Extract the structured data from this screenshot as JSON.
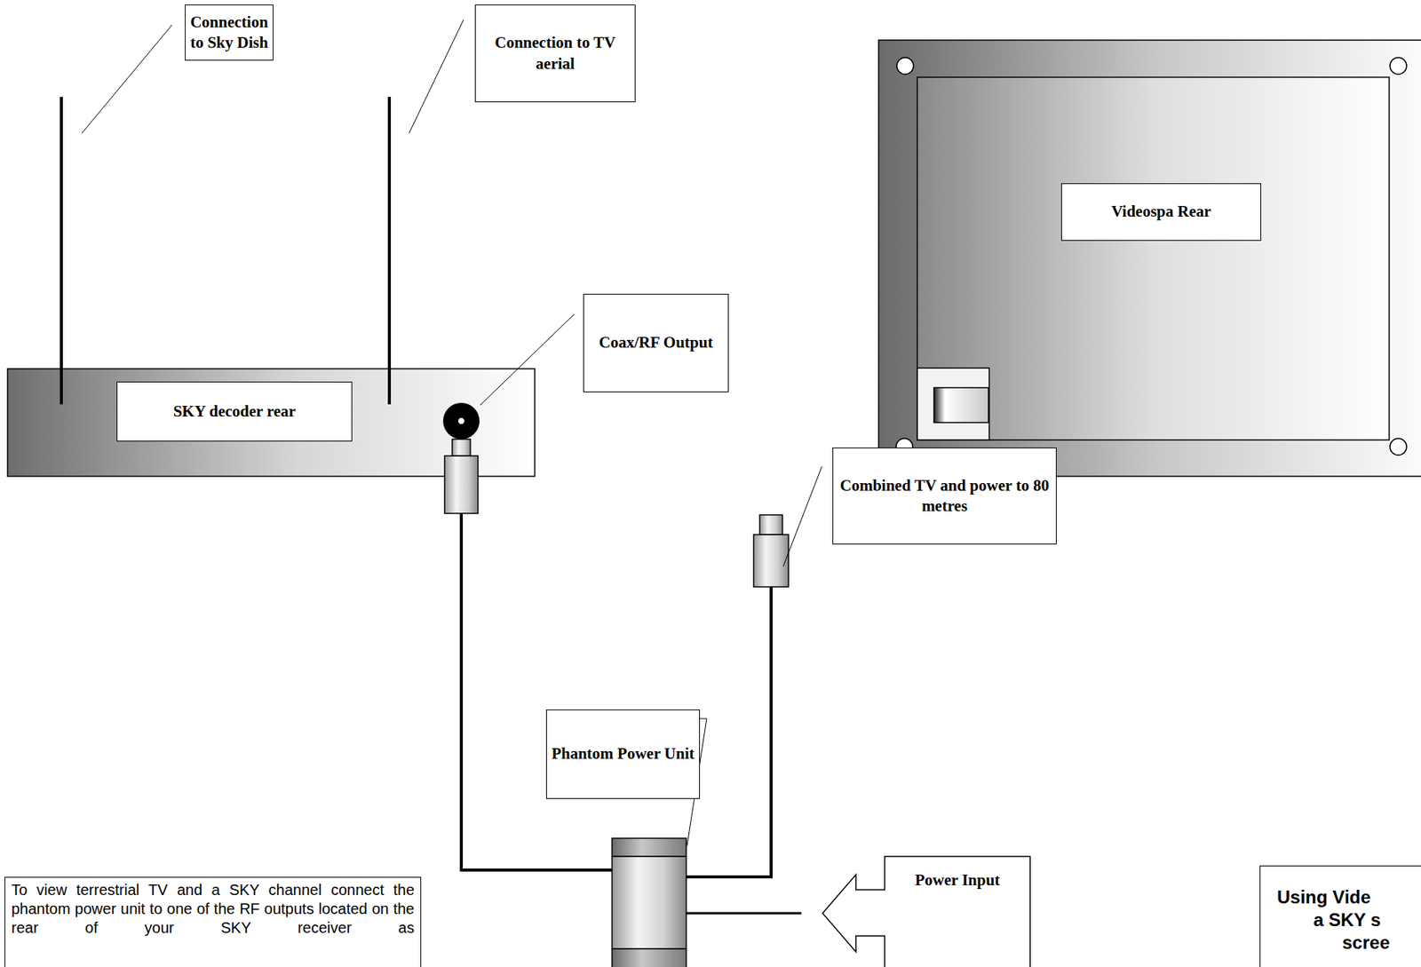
{
  "diagram": {
    "nodes": [
      {
        "text": [
          "Connection to Sky Dish"
        ]
      },
      {
        "text": [
          "Connection to TV aerial"
        ]
      },
      {
        "text": [
          "Videospa Rear"
        ]
      },
      {
        "text": [
          "Coax/RF Output"
        ]
      },
      {
        "text": [
          "SKY decoder rear"
        ]
      },
      {
        "text": [
          "Combined TV and power to 80 metres"
        ]
      },
      {
        "text": [
          "Phantom Power Unit"
        ]
      },
      {
        "text": [
          "Power Input"
        ]
      },
      {
        "text": [
          "To view terrestrial TV and a SKY channel connect the phantom power unit to one of the RF outputs located on the rear of your SKY receiver as"
        ]
      },
      {
        "text": [
          "Using Vide",
          "a SKY s",
          "scree"
        ]
      }
    ]
  }
}
